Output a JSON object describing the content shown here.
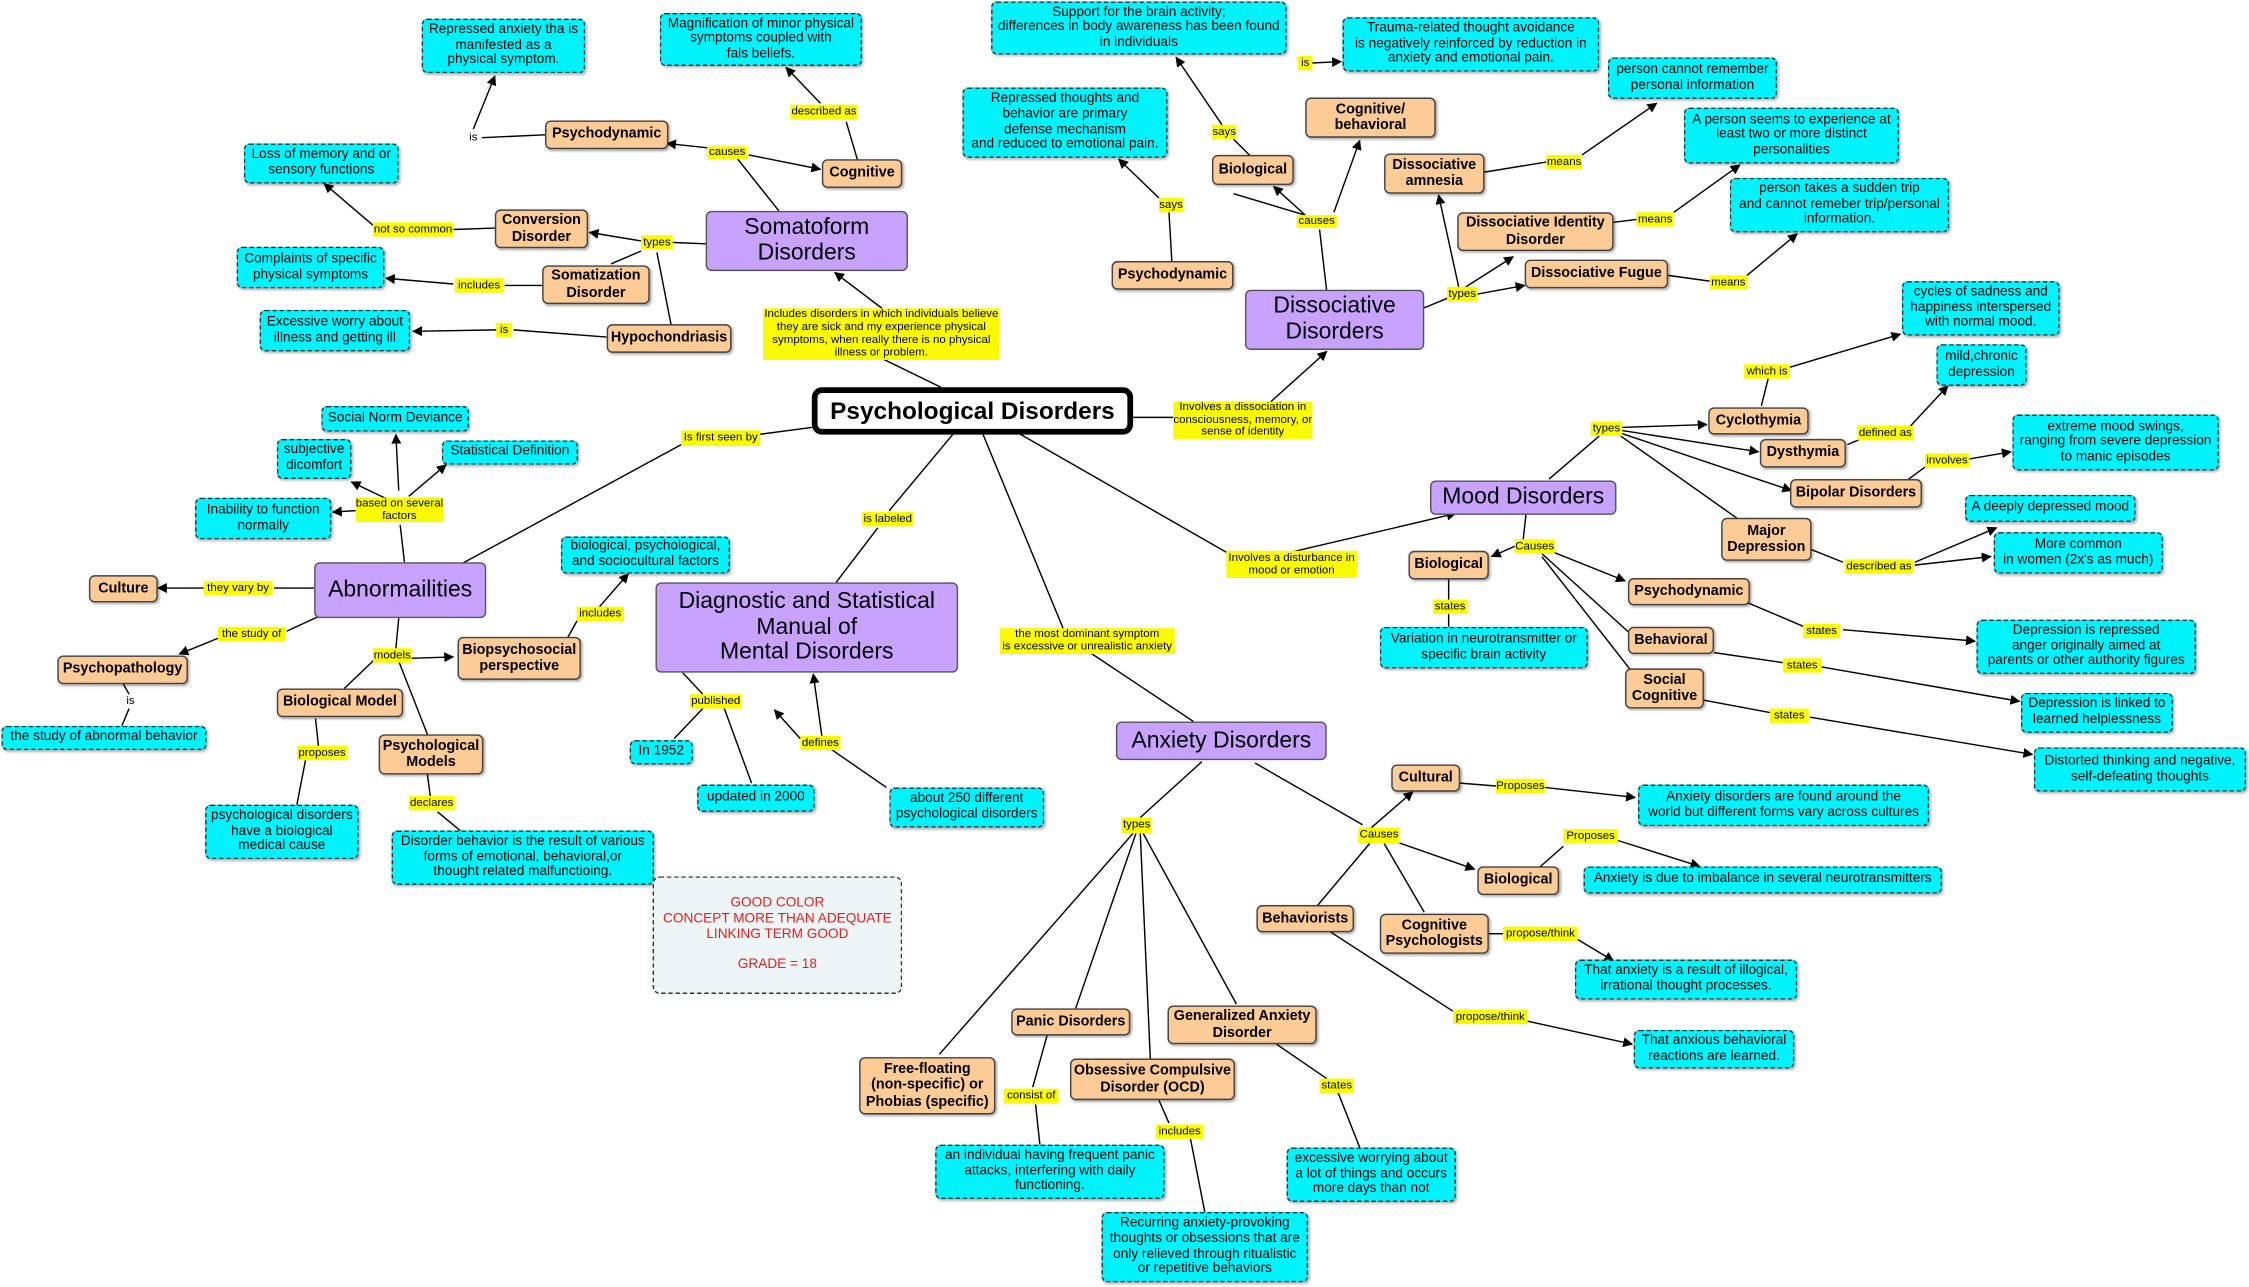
{
  "root": "Psychological Disorders",
  "main": {
    "somatoform": "Somatoform\nDisorders",
    "dissociative": "Dissociative\nDisorders",
    "mood": "Mood Disorders",
    "abnormalities": "Abnormailities",
    "dsm": "Diagnostic and Statistical\nManual of\nMental Disorders",
    "anxiety": "Anxiety Disorders"
  },
  "sub": {
    "soma_psychodynamic": "Psychodynamic",
    "soma_cognitive": "Cognitive",
    "conversion": "Conversion\nDisorder",
    "somatization": "Somatization\nDisorder",
    "hypochondriasis": "Hypochondriasis",
    "diss_psychodynamic": "Psychodynamic",
    "diss_biological": "Biological",
    "diss_cogbeh": "Cognitive/\nbehavioral",
    "amnesia": "Dissociative\namnesia",
    "identity": "Dissociative Identity\nDisorder",
    "fugue": "Dissociative Fugue",
    "cyclothymia": "Cyclothymia",
    "dysthymia": "Dysthymia",
    "bipolar": "Bipolar Disorders",
    "major_depression": "Major\nDepression",
    "mood_biological": "Biological",
    "mood_psychodynamic": "Psychodynamic",
    "mood_behavioral": "Behavioral",
    "social_cognitive": "Social\nCognitive",
    "culture": "Culture",
    "psychopathology": "Psychopathology",
    "bio_model": "Biological Model",
    "psych_models": "Psychological\nModels",
    "biopsychosocial": "Biopsychosocial\nperspective",
    "anx_cultural": "Cultural",
    "anx_biological": "Biological",
    "behaviorists": "Behaviorists",
    "cog_psychologists": "Cognitive\nPsychologists",
    "panic": "Panic Disorders",
    "gad": "Generalized Anxiety\nDisorder",
    "ocd": "Obsessive Compulsive\nDisorder (OCD)",
    "phobias": "Free-floating\n(non-specific) or\nPhobias (specific)"
  },
  "leaf": {
    "repressed_anxiety": "Repressed anxiety tha is\nmanifested as a\nphysical symptom.",
    "magnification": "Magnification of minor physical\nsymptoms coupled with\nfals beliefs.",
    "loss_memory": "Loss of memory and or\nsensory functions",
    "complaints": "Complaints of specific\nphysical symptoms",
    "excessive_worry": "Excessive worry about\nillness and getting ill",
    "support_brain": "Support for the brain activity;\ndifferences in body awareness has been found\nin individuals",
    "trauma_avoid": "Trauma-related thought avoidance\nis negatively reinforced by reduction in\nanxiety and emotional pain.",
    "repressed_thoughts": "Repressed thoughts and\nbehavior are primary\ndefense mechanism\nand reduced to emotional pain.",
    "cannot_remember": "person cannot remember\npersonal information",
    "two_personalities": "A person seems to experience at\nleast two or more distinct\npersonalities",
    "sudden_trip": "person takes a sudden trip\nand cannot remeber trip/personal\ninformation.",
    "cycles": "cycles of sadness and\nhappiness interspersed\nwith normal mood.",
    "mild_chronic": "mild,chronic\ndepression",
    "extreme_swings": "extreme mood swings,\nranging from severe depression\nto manic episodes",
    "deeply_depressed": "A deeply depressed mood",
    "more_common": "More common\nin women (2x's as much)",
    "neurotransmitter": "Variation in neurotransmitter or\nspecific brain activity",
    "repressed_anger": "Depression is repressed\nanger originally aimed at\nparents or other authority figures",
    "helplessness": "Depression is linked to\nlearned helplessness",
    "distorted": "Distorted thinking and negative,\nself-defeating thoughts",
    "social_norm": "Social Norm Deviance",
    "subjective": "subjective\ndicomfort",
    "statistical": "Statistical Definition",
    "inability": "Inability to function\nnormally",
    "study_abnormal": "the study of abnormal behavior",
    "bio_cause": "psychological disorders\nhave a biological\nmedical cause",
    "disorder_behavior": "Disorder behavior is the result of various\nforms of emotional, behavioral,or\nthought related malfunctioing.",
    "bio_psych_socio": "biological, psychological,\nand sociocultural factors",
    "in_1952": "In 1952",
    "updated_2000": "updated in 2000",
    "about_250": "about 250 different\npsychological disorders",
    "found_around": "Anxiety disorders are found around the\nworld but different forms vary across cultures",
    "imbalance": "Anxiety is due to imbalance in several neurotransmitters",
    "illogical": "That anxiety is a result of illogical,\nirrational thought processes.",
    "learned": "That anxious behavioral\nreactions are learned.",
    "panic_attacks": "an individual having frequent panic\nattacks, interfering with daily\nfunctioning.",
    "excessive_worrying": "excessive worrying about\na lot of things and occurs\nmore days than not",
    "recurring": "Recurring anxiety-provoking\nthoughts or obsessions that are\nonly relieved through ritualistic\nor repetitive behaviors"
  },
  "links": {
    "l_soma_desc": "Includes disorders in which individuals believe\nthey are sick and my experience physical\nsymptoms, when really there is no physical\nillness or problem.",
    "l_diss_desc": "Involves a dissociation in\nconsciousness, memory, or\nsense of identity",
    "l_first_seen": "Is first seen by",
    "l_is_labeled": "is labeled",
    "l_mood_desc": "Involves a disturbance in\nmood or emotion",
    "l_anx_desc": "the most dominant symptom\nis excessive or unrealistic anxiety",
    "l_soma_is": "is",
    "l_causes": "causes",
    "l_described_as": "described as",
    "l_not_so_common": "not so common",
    "l_types_soma": "types",
    "l_includes": "includes",
    "l_hypo_is": "is",
    "l_says1": "says",
    "l_says2": "says",
    "l_is2": "is",
    "l_diss_causes": "causes",
    "l_means1": "means",
    "l_means2": "means",
    "l_means3": "means",
    "l_types_diss": "types",
    "l_types_mood": "types",
    "l_which_is": "which is",
    "l_defined_as": "defined as",
    "l_involves": "involves",
    "l_described_as2": "described as",
    "l_mood_causes": "Causes",
    "l_states_bio": "states",
    "l_states1": "states",
    "l_states2": "states",
    "l_states3": "states",
    "l_based_on": "based on several\nfactors",
    "l_vary_by": "they vary by",
    "l_study_of": "the study of",
    "l_psy_is": "is",
    "l_models": "models",
    "l_proposes": "proposes",
    "l_declares": "declares",
    "l_includes2": "includes",
    "l_published": "published",
    "l_defines": "defines",
    "l_anx_causes": "Causes",
    "l_Proposes1": "Proposes",
    "l_Proposes2": "Proposes",
    "l_propose_think1": "propose/think",
    "l_propose_think2": "propose/think",
    "l_types_anx": "types",
    "l_consist_of": "consist of",
    "l_states_gad": "states",
    "l_includes_ocd": "includes"
  },
  "grade": "GOOD COLOR\nCONCEPT MORE THAN ADEQUATE\nLINKING TERM GOOD\n\nGRADE = 18"
}
